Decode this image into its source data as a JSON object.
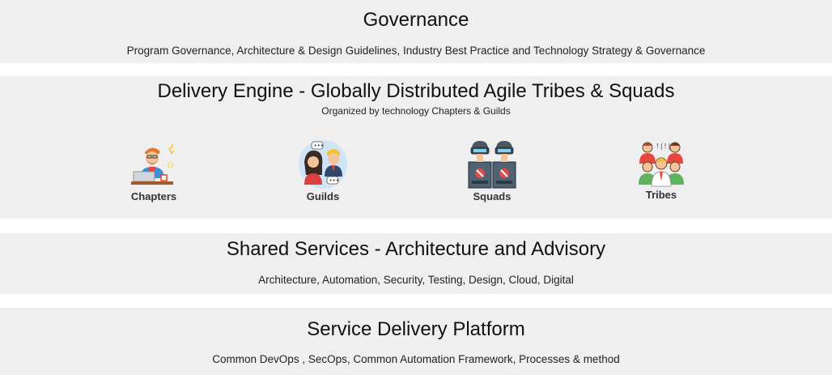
{
  "governance": {
    "title": "Governance",
    "subtitle": "Program Governance, Architecture & Design Guidelines, Industry Best Practice  and Technology Strategy & Governance"
  },
  "delivery": {
    "title": "Delivery Engine - Globally Distributed Agile Tribes & Squads",
    "subtitle": "Organized by technology Chapters & Guilds",
    "items": [
      {
        "label": "Chapters",
        "icon": "developer-at-laptop-icon"
      },
      {
        "label": "Guilds",
        "icon": "people-chatting-icon"
      },
      {
        "label": "Squads",
        "icon": "vr-headset-team-icon"
      },
      {
        "label": "Tribes",
        "icon": "group-of-people-icon"
      }
    ]
  },
  "shared": {
    "title": "Shared Services - Architecture and Advisory",
    "subtitle": "Architecture, Automation, Security, Testing, Design, Cloud, Digital"
  },
  "platform": {
    "title": "Service Delivery Platform",
    "subtitle": "Common DevOps , SecOps, Common Automation Framework, Processes & method"
  }
}
